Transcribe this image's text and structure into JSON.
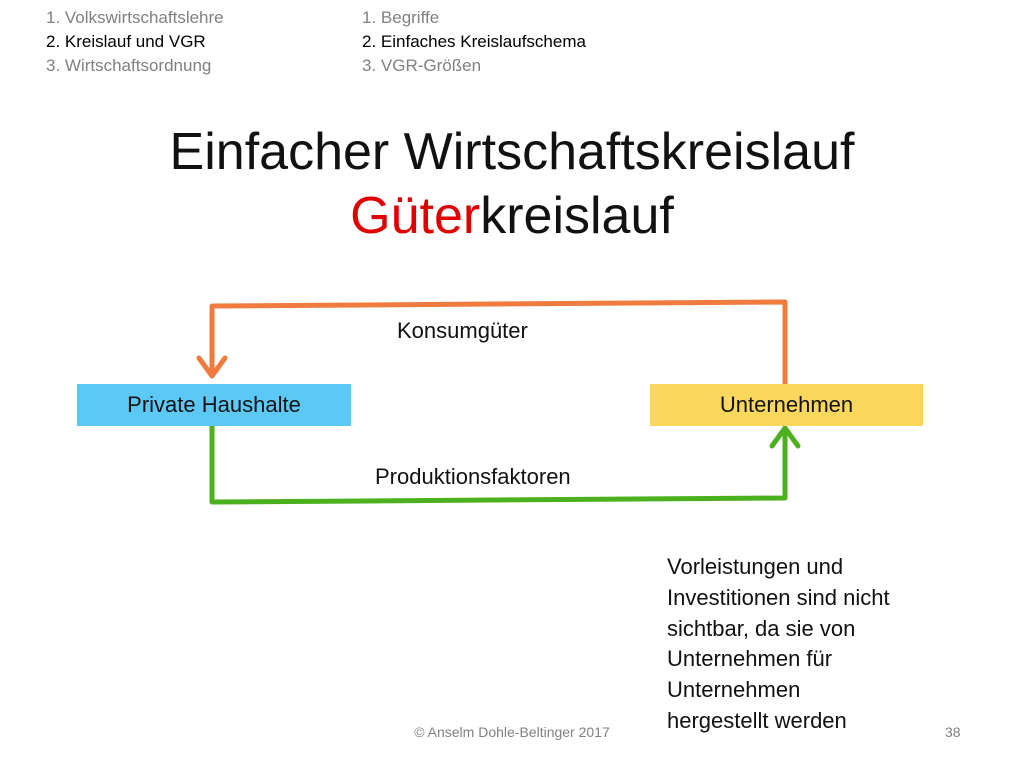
{
  "nav": {
    "chapters": [
      {
        "label": "1. Volkswirtschaftslehre",
        "active": false
      },
      {
        "label": "2. Kreislauf und VGR",
        "active": true
      },
      {
        "label": "3. Wirtschaftsordnung",
        "active": false
      }
    ],
    "sections": [
      {
        "label": "1. Begriffe",
        "active": false
      },
      {
        "label": "2. Einfaches Kreislaufschema",
        "active": true
      },
      {
        "label": "3. VGR-Größen",
        "active": false
      }
    ]
  },
  "title": {
    "line1": "Einfacher Wirtschaftskreislauf",
    "line2_accent": "Güter",
    "line2_rest": "kreislauf"
  },
  "diagram": {
    "box_left": "Private Haushalte",
    "box_right": "Unternehmen",
    "flow_top": "Konsumgüter",
    "flow_bottom": "Produktionsfaktoren"
  },
  "note": {
    "lines": [
      "Vorleistungen und",
      "Investitionen sind nicht",
      "sichtbar, da sie von",
      "Unternehmen für",
      "Unternehmen",
      "hergestellt werden"
    ]
  },
  "footer": {
    "text": "© Anselm Dohle-Beltinger 2017",
    "page": "38"
  },
  "colors": {
    "accent_red": "#e00000",
    "box_left_fill": "#5bc8f5",
    "box_right_fill": "#fbd75b",
    "arrow_top": "#f07b3f",
    "arrow_bottom": "#4caf1e",
    "nav_inactive": "#808080",
    "nav_active": "#000000"
  }
}
